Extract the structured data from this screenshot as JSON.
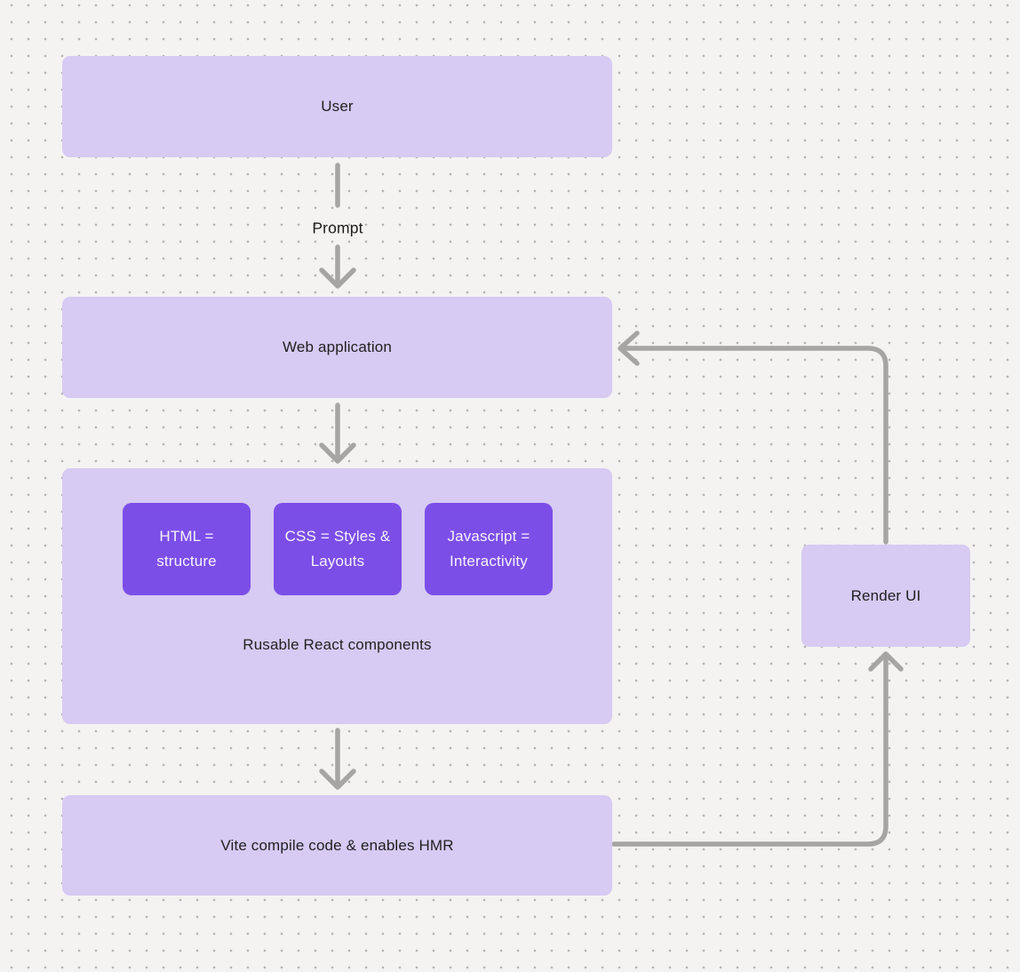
{
  "diagram": {
    "background_color": "#f4f3f1",
    "dot_color": "#b7b5b3",
    "node_fill_light": "#d7caf3",
    "node_fill_accent": "#7c4ee8",
    "connector_color": "#a6a5a3",
    "text_color": "#1f1f1f"
  },
  "nodes": {
    "user": {
      "label": "User"
    },
    "web_application": {
      "label": "Web application"
    },
    "components_group": {
      "label": "Rusable React components",
      "children": [
        {
          "label": "HTML = structure"
        },
        {
          "label": "CSS = Styles & Layouts"
        },
        {
          "label": "Javascript = Interactivity"
        }
      ]
    },
    "vite": {
      "label": "Vite compile code & enables HMR"
    },
    "render_ui": {
      "label": "Render UI"
    }
  },
  "edges": [
    {
      "id": "user-to-web-application",
      "label": "Prompt"
    },
    {
      "id": "web-application-to-components",
      "label": ""
    },
    {
      "id": "components-to-vite",
      "label": ""
    },
    {
      "id": "vite-to-render-ui",
      "label": ""
    },
    {
      "id": "render-ui-to-web-application",
      "label": ""
    }
  ]
}
